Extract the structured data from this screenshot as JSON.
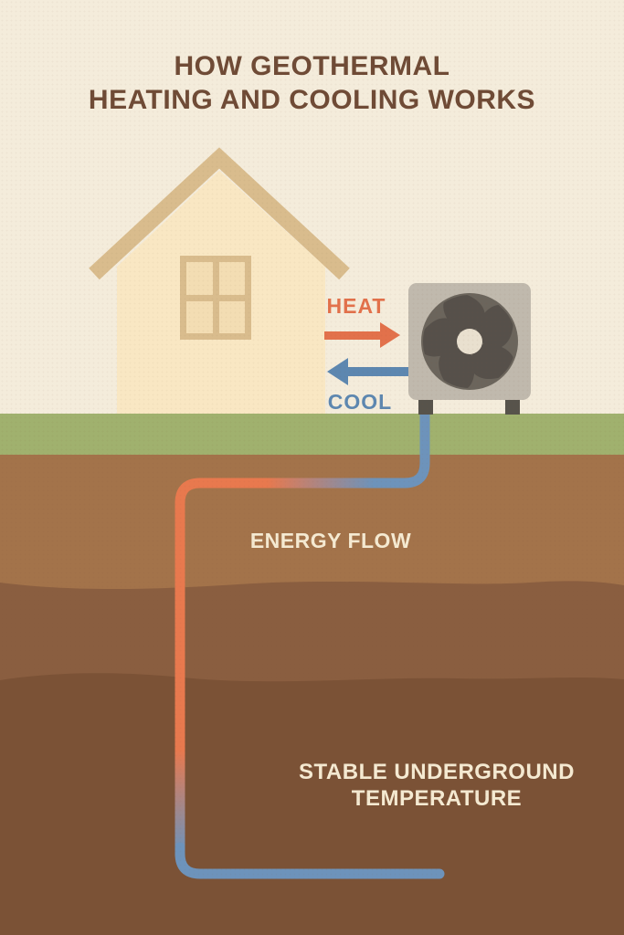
{
  "title": {
    "line1": "HOW GEOTHERMAL",
    "line2": "HEATING AND COOLING WORKS"
  },
  "labels": {
    "heat": "HEAT",
    "cool": "COOL",
    "energy_flow": "ENERGY FLOW",
    "stable_line1": "STABLE UNDERGROUND",
    "stable_line2": "TEMPERATURE"
  },
  "icons": {
    "fan": "fan-icon",
    "heat_arrow": "right-arrow-icon",
    "cool_arrow": "left-arrow-icon",
    "house": "house-icon",
    "heat_pump": "heat-pump-icon",
    "pipe_loop": "ground-loop-pipe-icon"
  },
  "colors": {
    "bg_cream": "#f4ecdb",
    "title_brown": "#6f4b36",
    "label_cream": "#f5ead2",
    "heat_orange": "#e2714b",
    "cool_blue": "#5d87b0",
    "house_wall": "#f9e7c3",
    "roof_tan": "#d9bc8d",
    "window_pane": "#f3ddb3",
    "grass_green": "#a0b16e",
    "soil_layer_1": "#a3734a",
    "soil_layer_2": "#8a5e40",
    "soil_layer_3": "#7b5236",
    "pump_body": "#c0b9ad",
    "pump_foot": "#57534b",
    "fan_ring": "#6b655c",
    "fan_blade": "#56504a",
    "fan_hub": "#e9e0cf",
    "pipe_orange": "#e8794e",
    "pipe_blue": "#6d93bb"
  }
}
